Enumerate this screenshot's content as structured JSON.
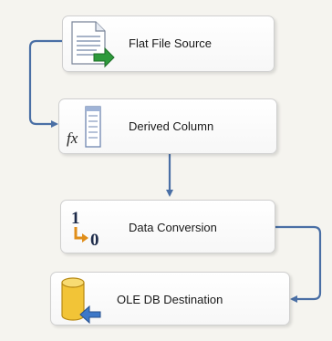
{
  "colors": {
    "canvas": "#f5f4ef",
    "connector": "#4a6fa5",
    "node_border": "#cfcfcf"
  },
  "nodes": [
    {
      "name": "flat-file-source",
      "label": "Flat File Source",
      "icon": "flat-file-icon"
    },
    {
      "name": "derived-column",
      "label": "Derived Column",
      "icon": "fx-column-icon"
    },
    {
      "name": "data-conversion",
      "label": "Data Conversion",
      "icon": "one-zero-conversion-icon"
    },
    {
      "name": "ole-db-destination",
      "label": "OLE DB Destination",
      "icon": "database-cylinder-icon"
    }
  ]
}
